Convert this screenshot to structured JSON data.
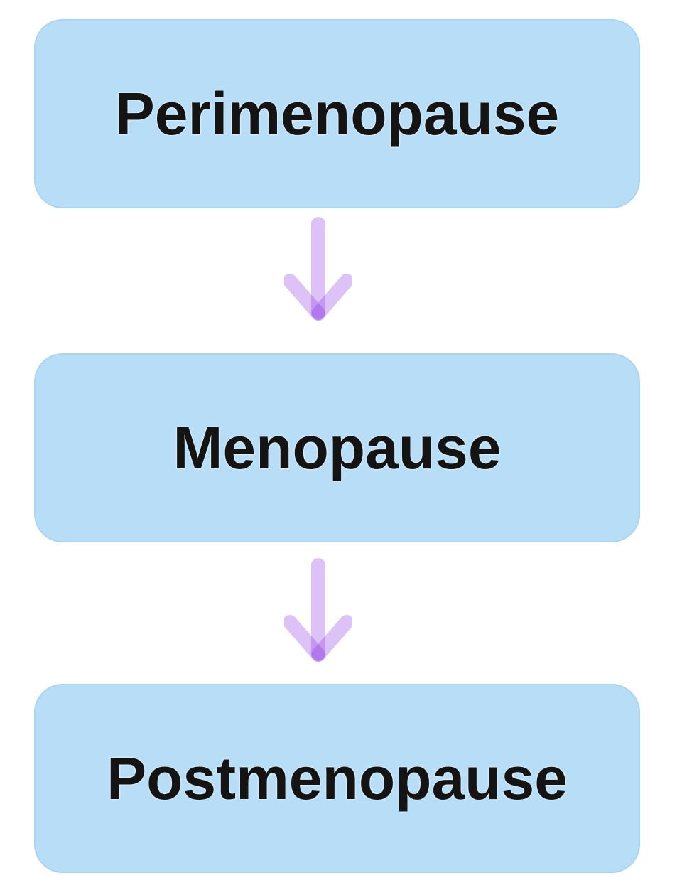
{
  "steps": [
    {
      "label": "Perimenopause"
    },
    {
      "label": "Menopause"
    },
    {
      "label": "Postmenopause"
    }
  ],
  "arrows": [
    {
      "icon": "down-arrow-icon"
    },
    {
      "icon": "down-arrow-icon"
    }
  ],
  "colors": {
    "background": "#ffffff",
    "box_fill": "#b7ddf7",
    "box_border": "#abd4ef",
    "text": "#141414",
    "arrow": "#8a35e6"
  }
}
